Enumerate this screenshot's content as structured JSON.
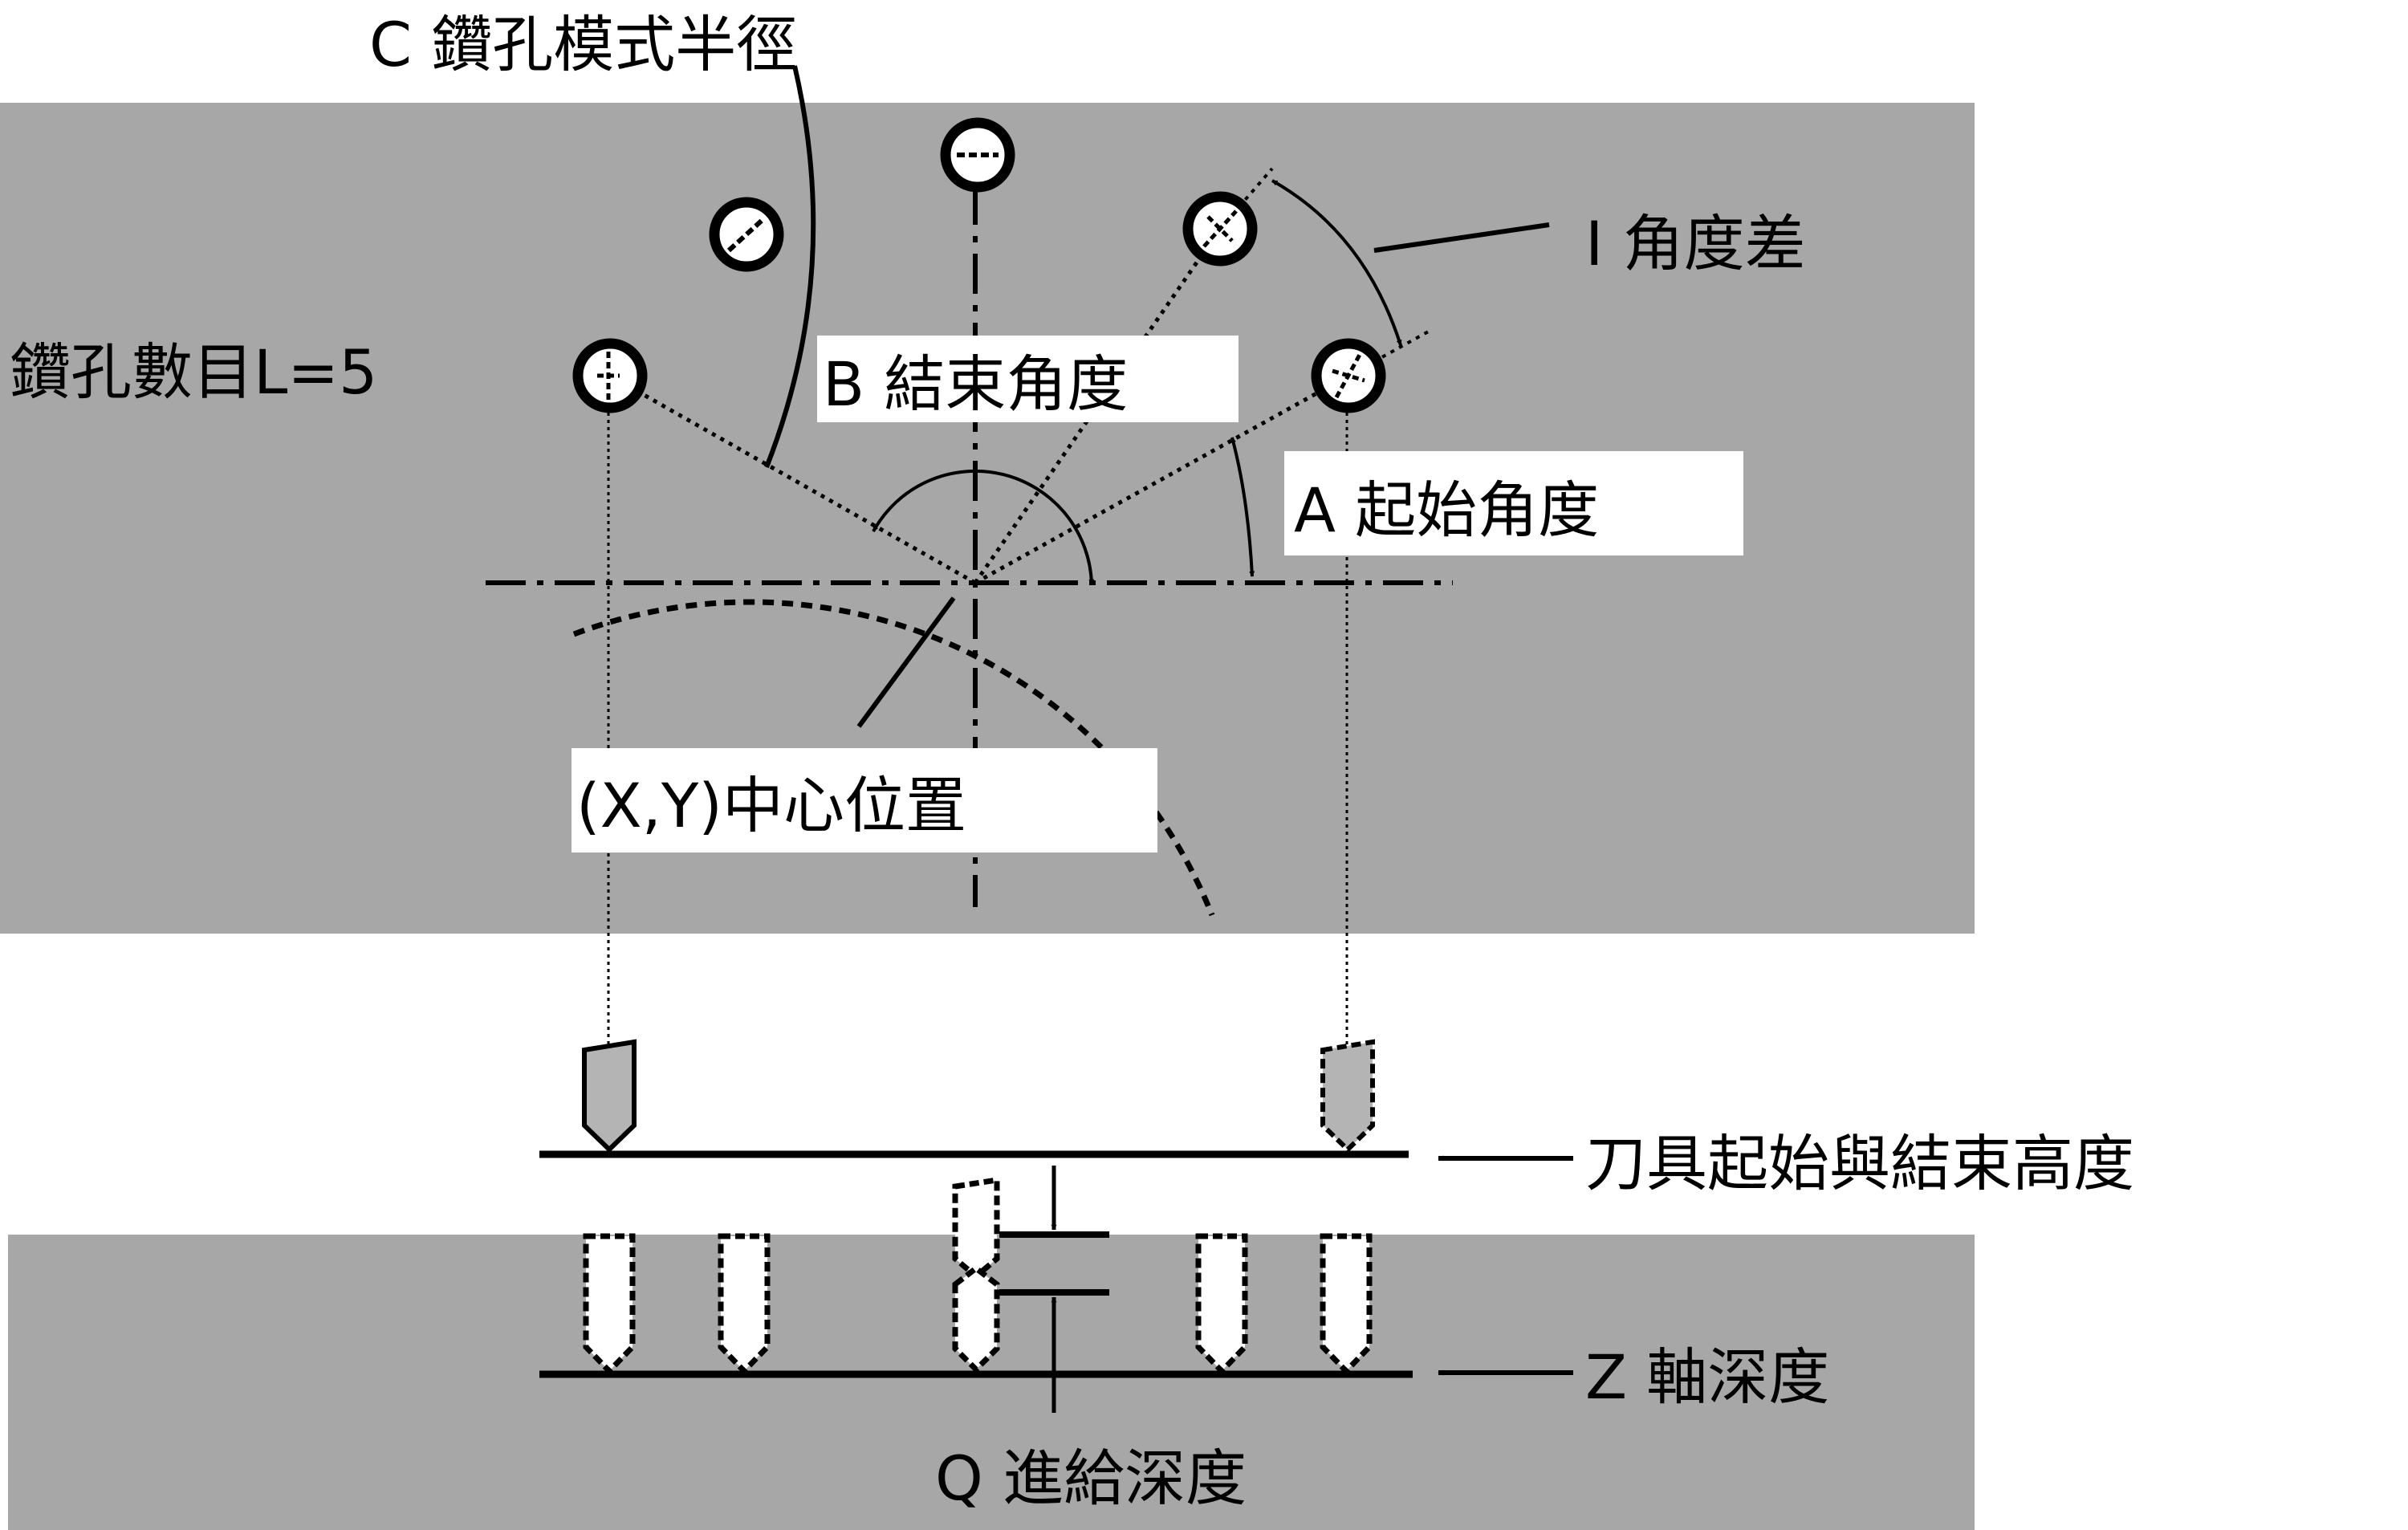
{
  "labels": {
    "radius": "C 鑽孔模式半徑",
    "angle_diff": "I 角度差",
    "hole_count": "鑽孔數目L=5",
    "end_angle": "B 結束角度",
    "start_angle": "A 起始角度",
    "center": "(X,Y)中心位置",
    "tool_height": "刀具起始與結束高度",
    "z_depth": "Z 軸深度",
    "feed_depth": "Q 進給深度"
  },
  "colors": {
    "panel": "#a7a7a7",
    "ink": "#000000",
    "label_bg": "#ffffff",
    "tool_fill": "#b4b4b4"
  }
}
